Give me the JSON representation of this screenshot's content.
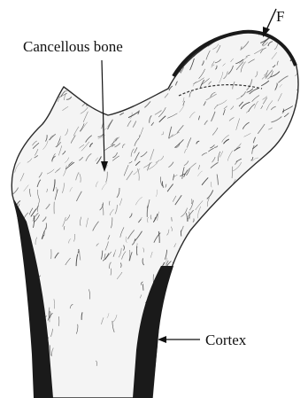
{
  "labels": {
    "cancellous": "Cancellous bone",
    "cortex": "Cortex",
    "force": "F"
  },
  "colors": {
    "ink": "#111111",
    "cortex_fill": "#1a1a1a",
    "trabecular": "#3a3a3a",
    "background": "#ffffff"
  },
  "icons": {
    "cancellous_pointer": "arrow-down-icon",
    "cortex_pointer": "arrow-left-icon",
    "force_pointer": "arrow-down-left-icon"
  }
}
